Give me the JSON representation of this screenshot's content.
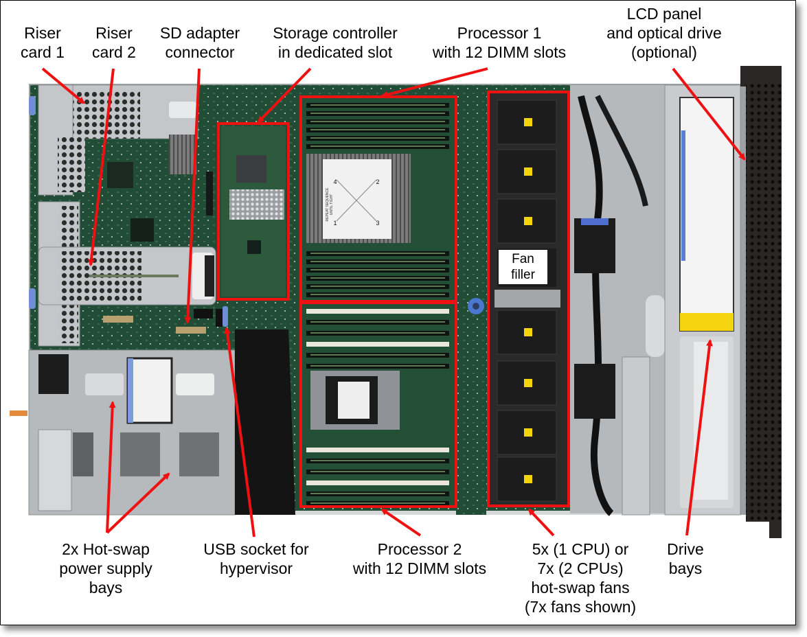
{
  "title": "Server top view with labeled components",
  "labels": {
    "riser1": [
      "Riser",
      "card 1"
    ],
    "riser2": [
      "Riser",
      "card 2"
    ],
    "sd_adapter": [
      "SD adapter",
      "connector"
    ],
    "storage_controller": [
      "Storage controller",
      "in dedicated slot"
    ],
    "processor1": [
      "Processor 1",
      "with 12 DIMM slots"
    ],
    "lcd_panel": [
      "LCD panel",
      "and optical drive",
      "(optional)"
    ],
    "power_supply": [
      "2x Hot-swap",
      "power supply",
      "bays"
    ],
    "usb_socket": [
      "USB socket for",
      "hypervisor"
    ],
    "processor2": [
      "Processor 2",
      "with 12 DIMM slots"
    ],
    "fans": [
      "5x (1 CPU) or",
      "7x (2 CPUs)",
      "hot-swap fans",
      "(7x fans shown)"
    ],
    "drive_bays": [
      "Drive",
      "bays"
    ],
    "fan_filler": [
      "Fan",
      "filler"
    ]
  },
  "heatsink_text": [
    "REPEAT SEQUENCE",
    "UNTIL TIGHT"
  ],
  "heatsink_numbers": [
    "4",
    "2",
    "1",
    "3"
  ],
  "fan_count": 7,
  "colors": {
    "callout": "#ee1111",
    "pcb": "#1f4a34",
    "chassis": "#b9bcbf",
    "fan": "#1c1c1c",
    "fan_label": "#f4d40c"
  }
}
